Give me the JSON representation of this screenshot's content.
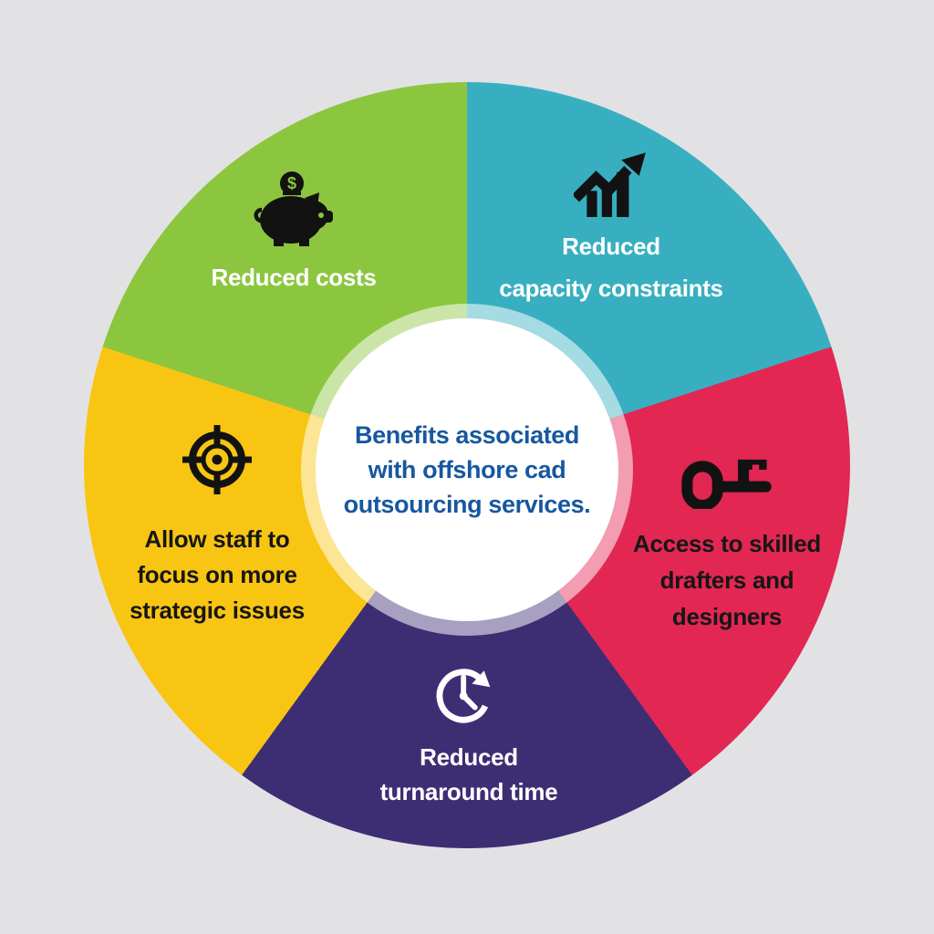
{
  "background_color": "#e2e2e4",
  "center": {
    "title_lines": [
      "Benefits associated",
      "with offshore cad",
      "outsourcing services."
    ],
    "text_color": "#17579f",
    "circle_color": "#ffffff"
  },
  "segments": [
    {
      "name": "reduced-capacity-constraints",
      "label_lines": [
        "Reduced",
        "capacity constraints"
      ],
      "color": "#38afc1",
      "text_color": "#ffffff",
      "icon": "growth-chart-icon"
    },
    {
      "name": "access-to-skilled-drafters-and-designers",
      "label_lines": [
        "Access to skilled",
        "drafters and",
        "designers"
      ],
      "color": "#e22753",
      "text_color": "#161616",
      "icon": "key-icon"
    },
    {
      "name": "reduced-turnaround-time",
      "label_lines": [
        "Reduced",
        "turnaround time"
      ],
      "color": "#3d2e74",
      "text_color": "#ffffff",
      "icon": "clock-history-icon"
    },
    {
      "name": "allow-staff-to-focus-on-strategic-issues",
      "label_lines": [
        "Allow staff to",
        "focus on more",
        "strategic issues"
      ],
      "color": "#f9c513",
      "text_color": "#161616",
      "icon": "target-icon"
    },
    {
      "name": "reduced-costs",
      "label_lines": [
        "Reduced costs"
      ],
      "color": "#8cc63f",
      "text_color": "#ffffff",
      "icon": "piggy-bank-icon"
    }
  ]
}
